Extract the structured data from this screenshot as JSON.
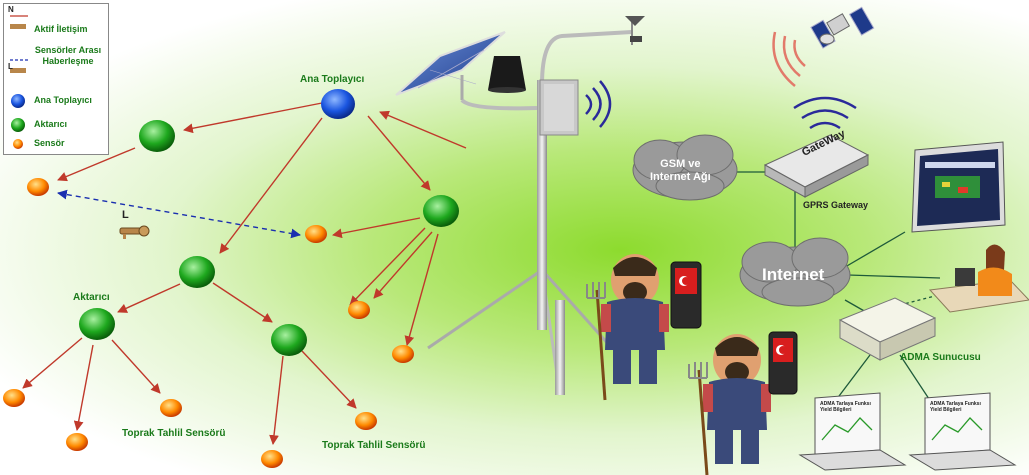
{
  "legend": {
    "active_comm": "Aktif İletişim",
    "sensor_comm": "Sensörler Arası Haberleşme",
    "main_collector": "Ana Toplayıcı",
    "relay": "Aktarıcı",
    "sensor": "Sensör",
    "north_letter": "N",
    "l_letter": "L"
  },
  "labels": {
    "main_collector": "Ana Toplayıcı",
    "relay": "Aktarıcı",
    "soil_sensor_1": "Toprak Tahlil Sensörü",
    "soil_sensor_2": "Toprak Tahlil Sensörü",
    "l_marker": "L",
    "gsm_cloud": "GSM ve\nInternet Ağı",
    "gateway_box": "GateWay",
    "gprs_gateway": "GPRS Gateway",
    "internet_cloud": "Internet",
    "adma_server": "ADMA Sunucusu",
    "laptop_screen_1": "ADMA Tarlaya Funksı Yield Bilgileri",
    "laptop_screen_2": "ADMA Tarlaya Funksı Yield Bilgileri"
  },
  "colors": {
    "main_collector": "#1a55e0",
    "relay": "#1ea81e",
    "sensor": "#ff8a00",
    "arrow": "#c0392b",
    "dashed": "#1a2fb0",
    "cloud": "#9a9a9a"
  }
}
